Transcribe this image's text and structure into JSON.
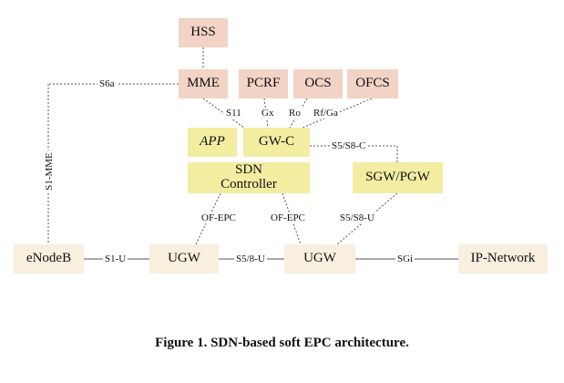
{
  "nodes": {
    "hss": "HSS",
    "mme": "MME",
    "pcrf": "PCRF",
    "ocs": "OCS",
    "ofcs": "OFCS",
    "app": "APP",
    "gwc": "GW-C",
    "sdn_line1": "SDN",
    "sdn_line2": "Controller",
    "sgw_pgw": "SGW/PGW",
    "enodeb": "eNodeB",
    "ugw1": "UGW",
    "ugw2": "UGW",
    "ip_network": "IP-Network"
  },
  "edges": {
    "s6a": "S6a",
    "s1_mme": "S1-MME",
    "s11": "S11",
    "gx": "Gx",
    "ro": "Ro",
    "rf_ga": "Rf/Ga",
    "s5_s8_c": "S5/S8-C",
    "of_epc_1": "OF-EPC",
    "of_epc_2": "OF-EPC",
    "s5_s8_u_vertical": "S5/S8-U",
    "s1_u": "S1-U",
    "s5_8_u": "S5/8-U",
    "sgi": "SGi"
  },
  "caption": "Figure 1. SDN-based soft EPC architecture."
}
